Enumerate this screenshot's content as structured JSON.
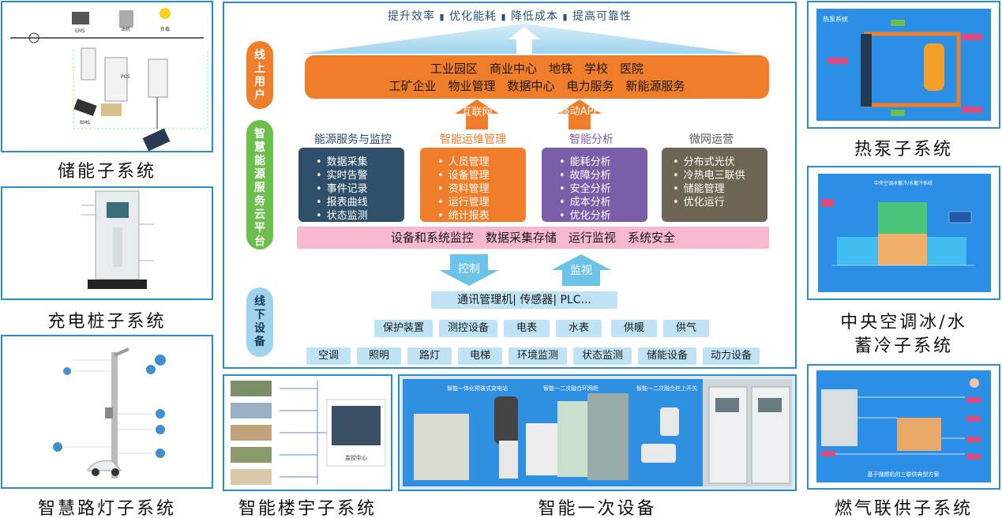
{
  "top_slogan": {
    "items": [
      "提升效率",
      "优化能耗",
      "降低成本",
      "提高可靠性"
    ],
    "separator": "▮"
  },
  "side_labels": {
    "online_users": "线上用户",
    "platform": "智慧能源服务云平台",
    "offline_devices": "线下设备"
  },
  "users_bar": {
    "line1": "工业园区　商业中心　地铁　学校　医院",
    "line2": "工矿企业　物业管理　数据中心　电力服务　新能源服务"
  },
  "channels": {
    "internet": "互联网",
    "mobile_app": "移动APP",
    "control": "控制",
    "monitor": "监视"
  },
  "modules": [
    {
      "title": "能源服务与监控",
      "title_color": "#2b4a6b",
      "color": "#2f4f6b",
      "items": [
        "数据采集",
        "实时告警",
        "事件记录",
        "报表曲线",
        "状态监测"
      ]
    },
    {
      "title": "智能运维管理",
      "title_color": "#f07d2a",
      "color": "#f07d2a",
      "items": [
        "人员管理",
        "设备管理",
        "资料管理",
        "运行管理",
        "统计报表"
      ]
    },
    {
      "title": "智能分析",
      "title_color": "#7a5ea8",
      "color": "#7a5ea8",
      "items": [
        "能耗分析",
        "故障分析",
        "安全分析",
        "成本分析",
        "优化分析"
      ]
    },
    {
      "title": "微网运营",
      "title_color": "#555555",
      "color": "#6e6654",
      "items": [
        "分布式光伏",
        "冷热电三联供",
        "储能管理",
        "优化运行"
      ]
    }
  ],
  "pink_bar": "设备和系统监控　数据采集存储　运行监视　系统安全",
  "device_rows": {
    "row1": [
      "通讯管理机",
      "传感器",
      "PLC..."
    ],
    "row2": [
      "保护装置",
      "测控设备",
      "电表",
      "水表",
      "供暖",
      "供气"
    ],
    "row3": [
      "空调",
      "照明",
      "路灯",
      "电梯",
      "环境监测",
      "状态监测",
      "储能设备",
      "动力设备"
    ]
  },
  "captions": {
    "storage": "储能子系统",
    "charging": "充电桩子系统",
    "streetlight": "智慧路灯子系统",
    "building": "智能楼宇子系统",
    "primary": "智能一次设备",
    "heatpump": "热泵子系统",
    "ice_line1": "中央空调冰/水",
    "ice_line2": "蓄冷子系统",
    "gas": "燃气联供子系统"
  },
  "thumb_labels": {
    "heatpump_title": "热泵系统",
    "ice_title": "中央空调冰蓄冷/水蓄冷系统",
    "gas_footer": "基于微燃机的三联供典型方案",
    "building_center": "监控中心",
    "storage_ems": "EMS",
    "storage_pcs": "PCS",
    "storage_bms": "BMS",
    "storage_load": "负载",
    "storage_gen": "油机",
    "primary_l1": "智能一体化预装式变电站",
    "primary_l2": "智能一二次融合环网柜",
    "primary_l3": "智能一二次融合柱上开关"
  },
  "colors": {
    "frame_blue": "#2a8fc9",
    "orange": "#f07d2a",
    "green": "#6cbf4c",
    "light_blue": "#9fd3ee",
    "pink": "#f5b8cf"
  }
}
